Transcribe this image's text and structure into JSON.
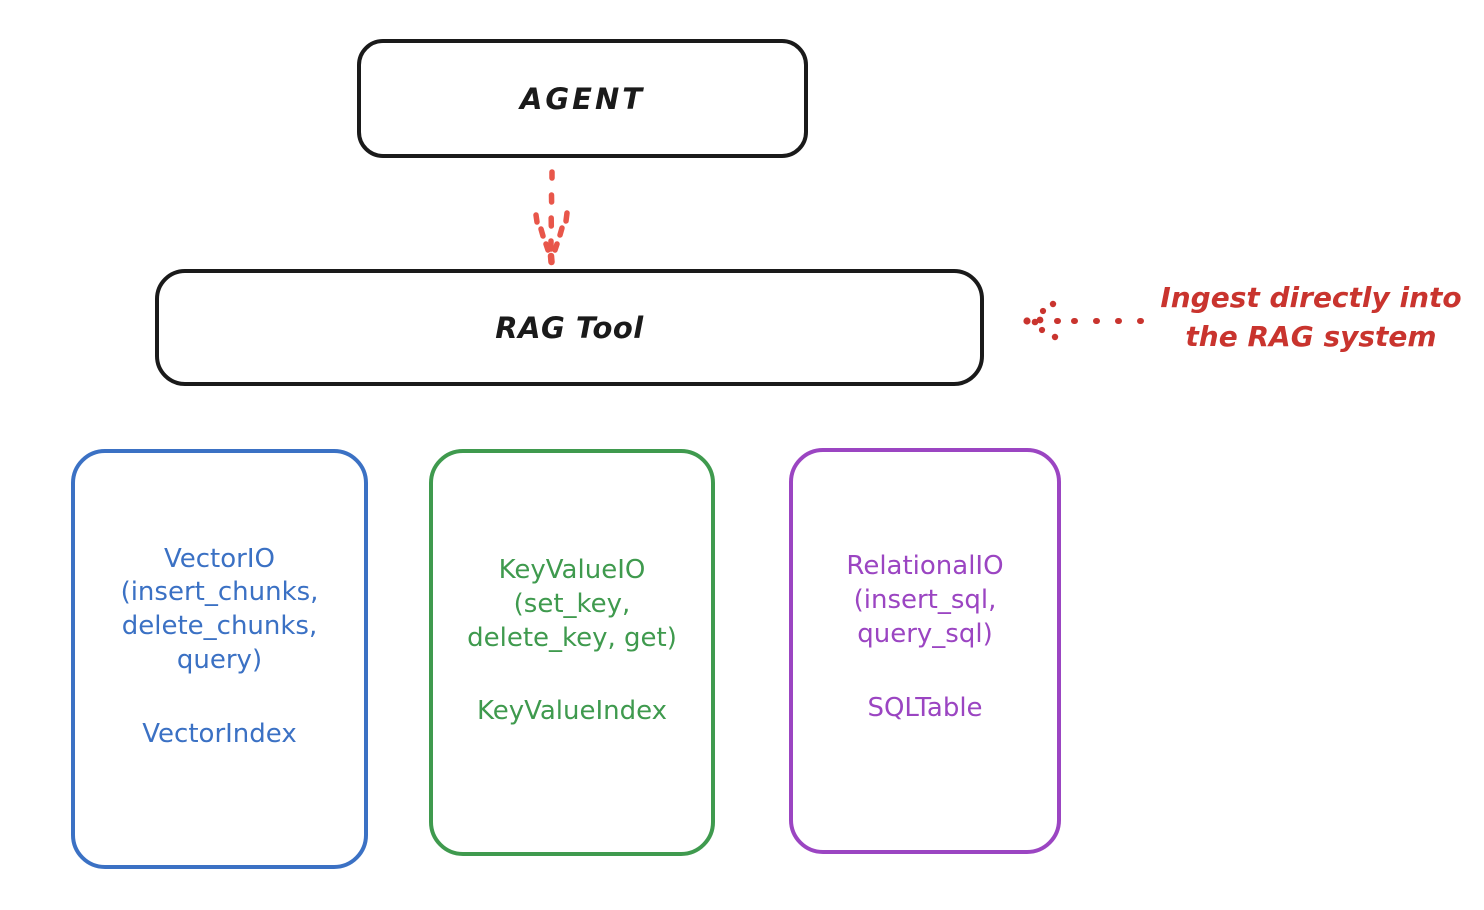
{
  "diagram": {
    "title_nodes": {
      "agent": "AGENT",
      "rag_tool": "RAG Tool"
    },
    "annotation": {
      "text": "Ingest directly into\nthe RAG system",
      "color": "#c9342e",
      "arrow_direction": "left"
    },
    "connector": {
      "from": "AGENT",
      "to": "RAG Tool",
      "style": "dotted",
      "color": "#e8564a",
      "direction": "down"
    },
    "providers": [
      {
        "id": "vector",
        "api": "VectorIO\n(insert_chunks,\ndelete_chunks,\nquery)",
        "index": "VectorIndex",
        "color": "#3b71c4"
      },
      {
        "id": "keyvalue",
        "api": "KeyValueIO\n(set_key,\ndelete_key, get)",
        "index": "KeyValueIndex",
        "color": "#3f9a4e"
      },
      {
        "id": "relational",
        "api": "RelationalIO\n(insert_sql,\nquery_sql)",
        "index": "SQLTable",
        "color": "#9b45c2"
      }
    ]
  }
}
